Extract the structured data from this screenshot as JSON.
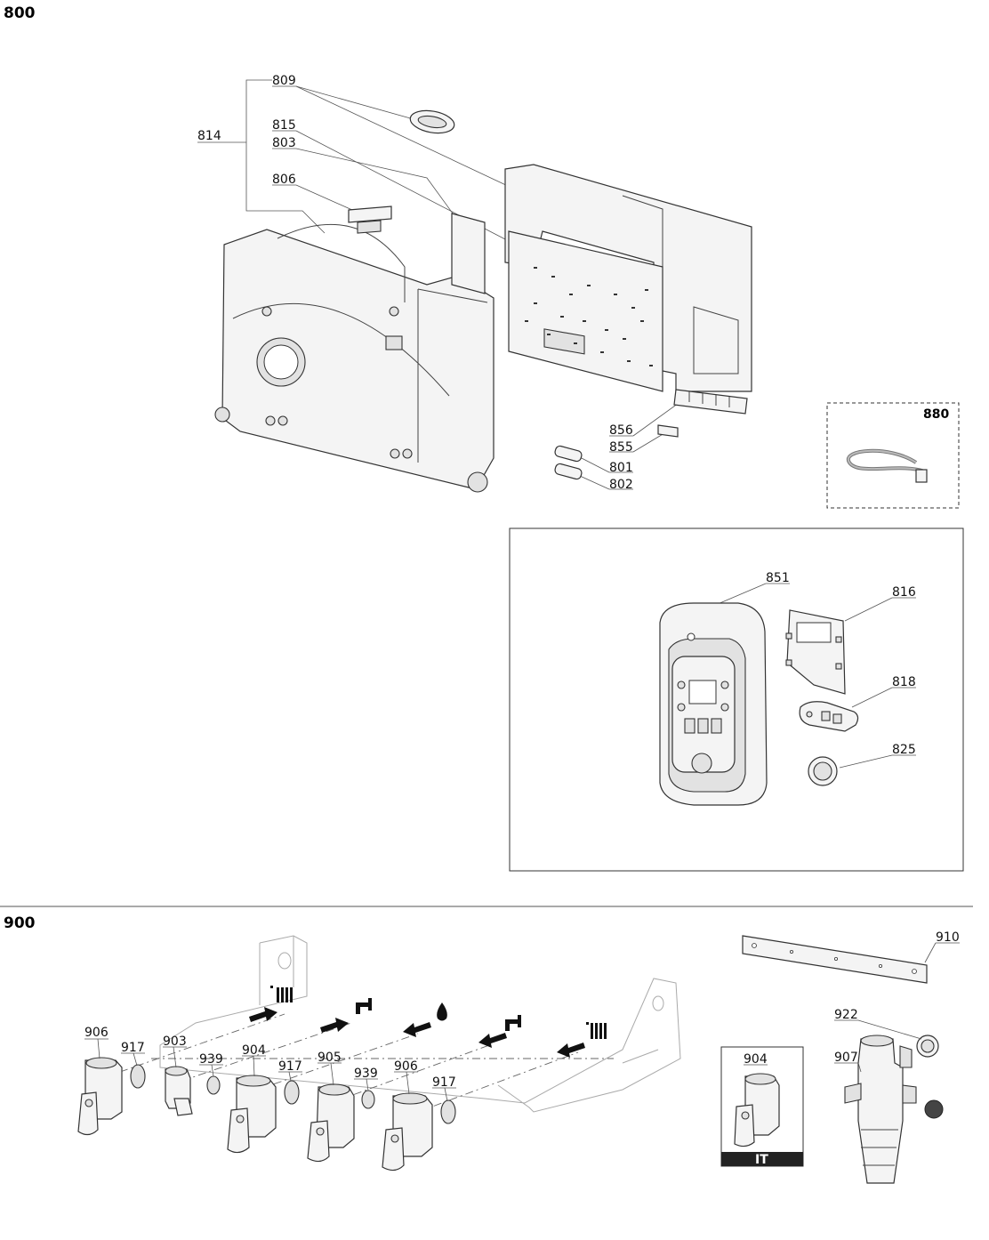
{
  "sections": {
    "s800": "800",
    "s900": "900"
  },
  "kits": {
    "k880": "880",
    "it": "IT"
  },
  "labels": {
    "l809": "809",
    "l814": "814",
    "l815": "815",
    "l803": "803",
    "l806": "806",
    "l856": "856",
    "l855": "855",
    "l801": "801",
    "l802": "802",
    "l851": "851",
    "l816": "816",
    "l818": "818",
    "l825": "825",
    "l910": "910",
    "l922": "922",
    "l907": "907",
    "l906a": "906",
    "l917a": "917",
    "l903": "903",
    "l939a": "939",
    "l904a": "904",
    "l917b": "917",
    "l905": "905",
    "l939b": "939",
    "l906b": "906",
    "l917c": "917",
    "l904b": "904"
  },
  "icons": [
    "radiator-icon",
    "tap-icon",
    "gas-flame-icon",
    "tap-icon",
    "radiator-icon"
  ],
  "colors": {
    "line": "#333333",
    "fill": "#f4f4f4",
    "label": "#111111"
  }
}
